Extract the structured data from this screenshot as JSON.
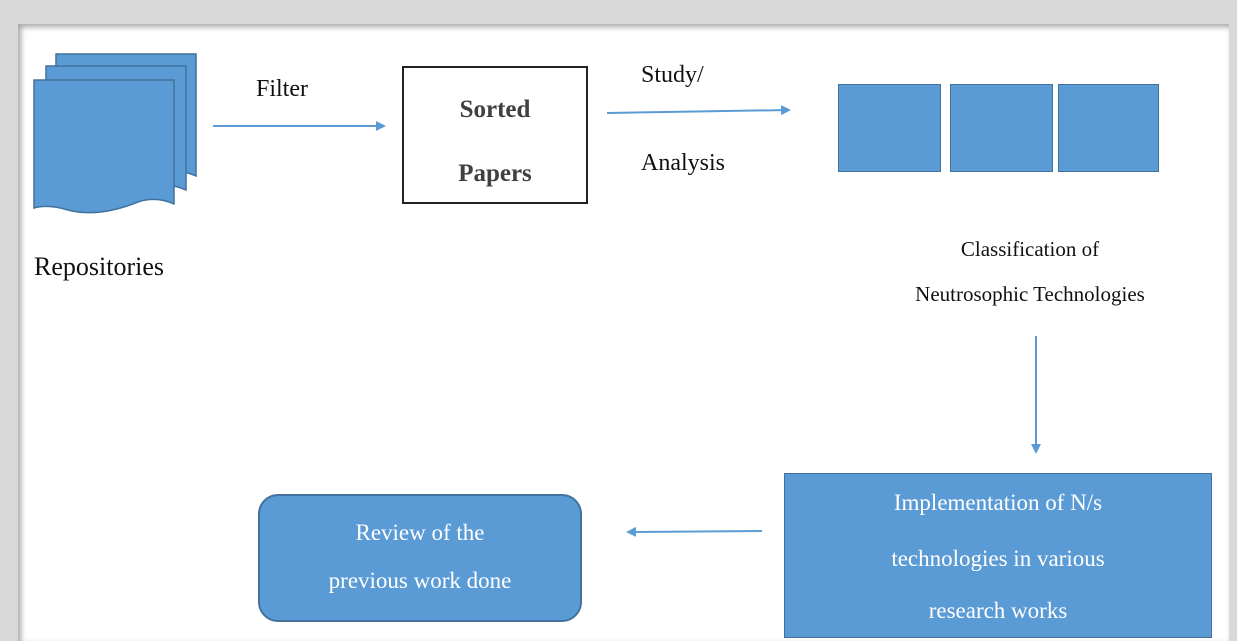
{
  "diagram": {
    "nodes": {
      "repositories": {
        "label": "Repositories",
        "icon": "multiple-documents-icon"
      },
      "sorted_papers": {
        "line1": "Sorted",
        "line2": "Papers"
      },
      "classification": {
        "line1": "Classification of",
        "line2": "Neutrosophic Technologies"
      },
      "implementation": {
        "line1": "Implementation of N/s",
        "line2": "technologies in various",
        "line3": "research works"
      },
      "review": {
        "line1": "Review of the",
        "line2": "previous work done"
      }
    },
    "edges": {
      "filter": "Filter",
      "study": "Study/",
      "analysis": "Analysis"
    },
    "colors": {
      "fill": "#5b9bd5",
      "stroke": "#41719c",
      "arrow": "#5b9bd5"
    }
  }
}
